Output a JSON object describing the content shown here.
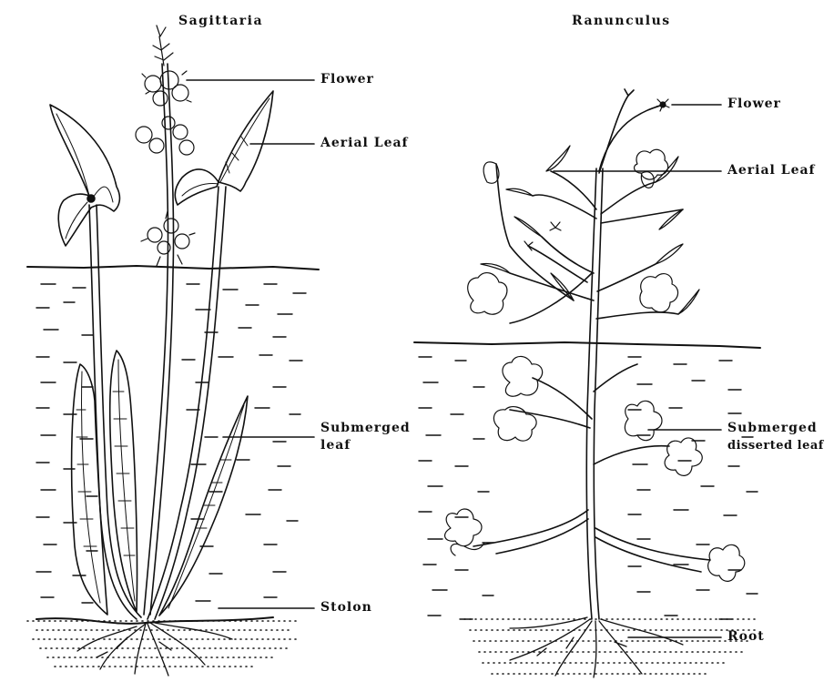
{
  "figure": {
    "left_plant": {
      "title": "Sagittaria",
      "labels": {
        "flower": "Flower",
        "aerial_leaf": "Aerial Leaf",
        "submerged_leaf_1": "Submerged",
        "submerged_leaf_2": "leaf",
        "stolon": "Stolon"
      }
    },
    "right_plant": {
      "title": "Ranunculus",
      "labels": {
        "flower": "Flower",
        "aerial_leaf": "Aerial Leaf",
        "submerged_leaf_1": "Submerged",
        "submerged_leaf_2": "disserted leaf",
        "root": "Root"
      }
    }
  },
  "colors": {
    "ink": "#111111",
    "background": "#ffffff"
  }
}
